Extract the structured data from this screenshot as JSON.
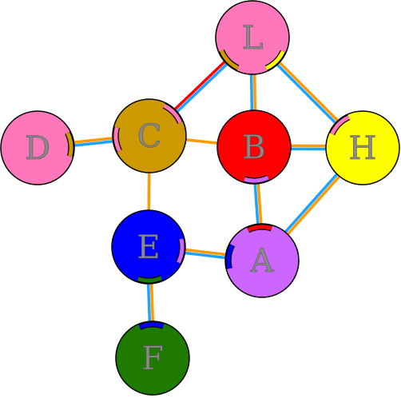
{
  "nodes": [
    {
      "id": "L",
      "label": "L",
      "color": "#ff77bb"
    },
    {
      "id": "C",
      "label": "C",
      "color": "#cc9900"
    },
    {
      "id": "B",
      "label": "B",
      "color": "#ff0000"
    },
    {
      "id": "H",
      "label": "H",
      "color": "#ffff00"
    },
    {
      "id": "D",
      "label": "D",
      "color": "#ff77bb"
    },
    {
      "id": "E",
      "label": "E",
      "color": "#0000ff"
    },
    {
      "id": "A",
      "label": "A",
      "color": "#cc66ff"
    },
    {
      "id": "F",
      "label": "F",
      "color": "#1f7a00"
    }
  ],
  "edges": [
    {
      "from": "C",
      "to": "L",
      "colors": [
        "#ff0000",
        "#1aa3ff"
      ]
    },
    {
      "from": "L",
      "to": "B",
      "colors": [
        "#ff9900",
        "#1aa3ff"
      ]
    },
    {
      "from": "L",
      "to": "H",
      "colors": [
        "#ff9900",
        "#1aa3ff"
      ]
    },
    {
      "from": "D",
      "to": "C",
      "colors": [
        "#ff9900",
        "#1aa3ff"
      ]
    },
    {
      "from": "C",
      "to": "B",
      "colors": [
        "#ff9900"
      ]
    },
    {
      "from": "B",
      "to": "H",
      "colors": [
        "#ff9900",
        "#1aa3ff"
      ]
    },
    {
      "from": "B",
      "to": "A",
      "colors": [
        "#ff9900",
        "#1aa3ff"
      ]
    },
    {
      "from": "H",
      "to": "A",
      "colors": [
        "#ff9900",
        "#1aa3ff"
      ]
    },
    {
      "from": "C",
      "to": "E",
      "colors": [
        "#ff9900"
      ]
    },
    {
      "from": "E",
      "to": "A",
      "colors": [
        "#ff9900",
        "#1aa3ff"
      ]
    },
    {
      "from": "E",
      "to": "F",
      "colors": [
        "#ff9900",
        "#1aa3ff"
      ]
    }
  ],
  "node_marks": [
    {
      "node": "L",
      "toward": "C",
      "color": "#cc9900"
    },
    {
      "node": "L",
      "toward": "H",
      "color": "#ffff00"
    },
    {
      "node": "C",
      "toward": "L",
      "color": "#ff77bb"
    },
    {
      "node": "C",
      "toward": "D",
      "color": "#ff77bb"
    },
    {
      "node": "D",
      "toward": "C",
      "color": "#cc9900"
    },
    {
      "node": "H",
      "toward": "L",
      "color": "#ff77bb"
    },
    {
      "node": "B",
      "toward": "A",
      "color": "#cc66ff"
    },
    {
      "node": "A",
      "toward": "B",
      "color": "#ff0000"
    },
    {
      "node": "A",
      "toward": "E",
      "color": "#0000ff"
    },
    {
      "node": "E",
      "toward": "A",
      "color": "#cc66ff"
    },
    {
      "node": "E",
      "toward": "F",
      "color": "#1f7a00"
    },
    {
      "node": "F",
      "toward": "E",
      "color": "#0000ff"
    }
  ]
}
